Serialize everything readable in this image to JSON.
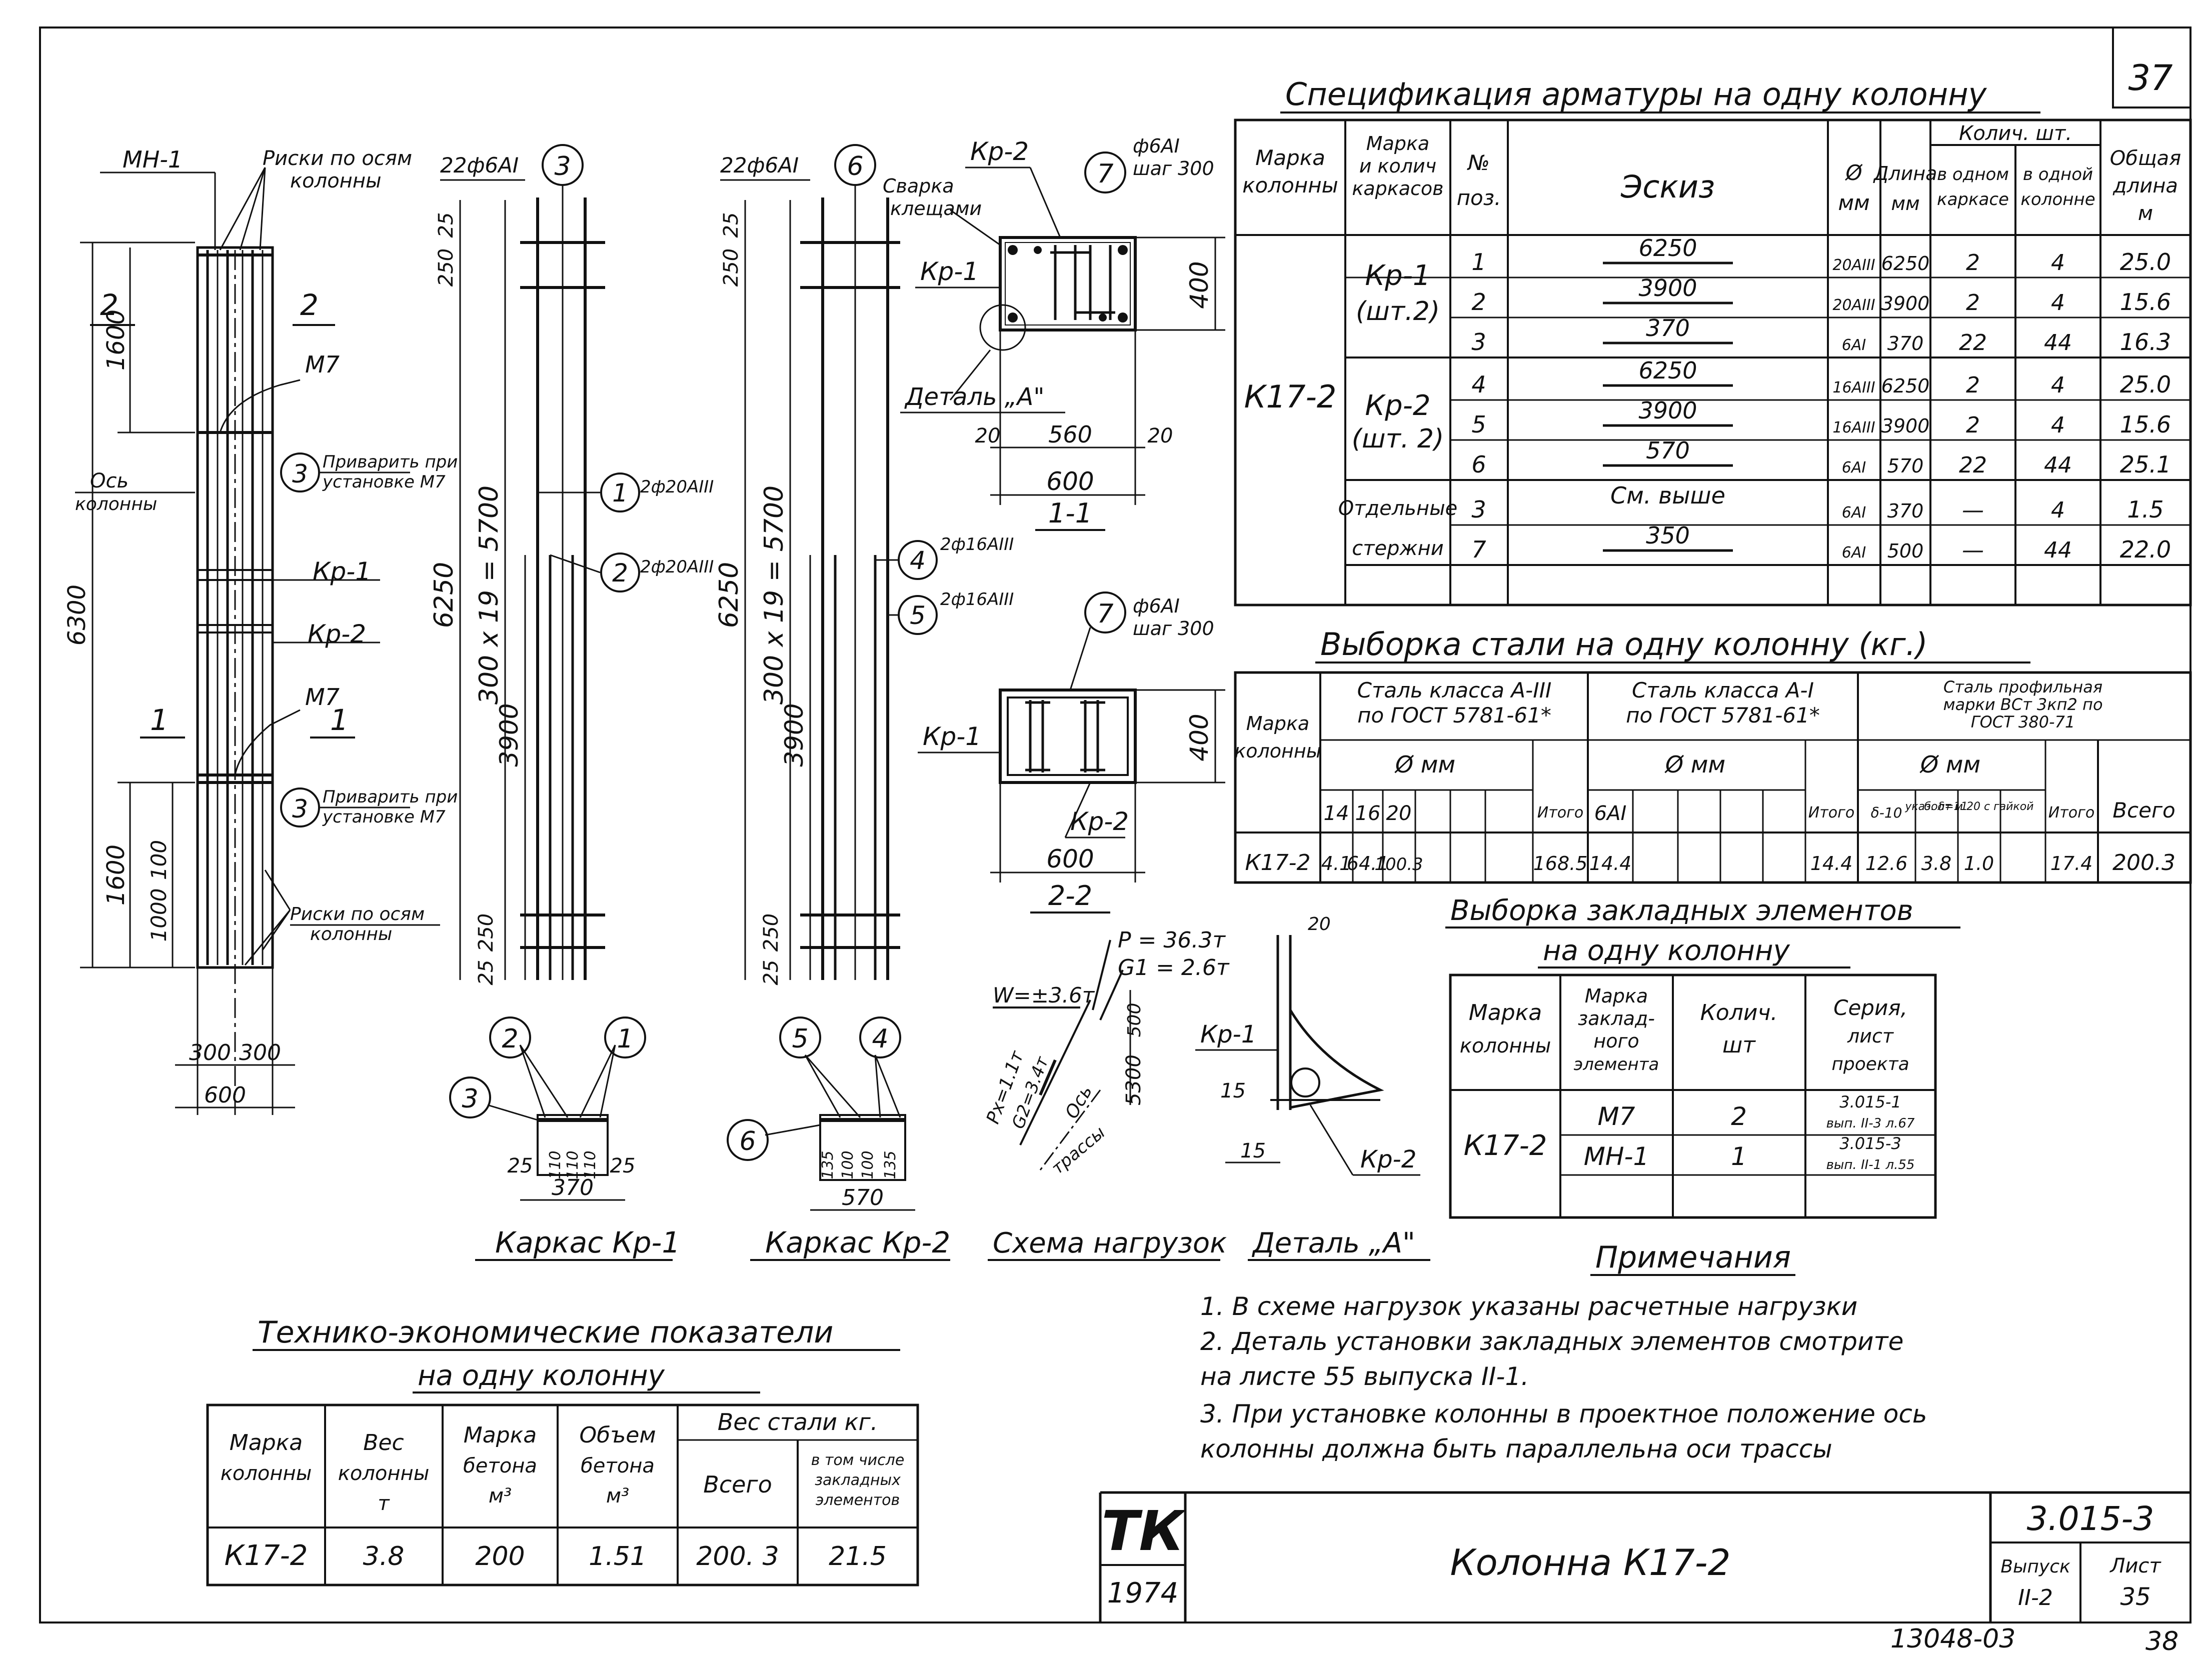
{
  "page_no": "37",
  "page_no_bottom": "38",
  "archive_no": "13048-03",
  "spec": {
    "title": "Спецификация арматуры на одну колонну",
    "h_mark": [
      "Марка",
      "колонны"
    ],
    "h_karkas": [
      "Марка",
      "и колич",
      "каркасов"
    ],
    "h_pos": [
      "№",
      "поз."
    ],
    "h_sketch": "Эскиз",
    "h_d": [
      "Ø",
      "мм"
    ],
    "h_len": [
      "Длина",
      "мм"
    ],
    "h_qty": "Колич. шт.",
    "h_qty1": [
      "в одном",
      "каркасе"
    ],
    "h_qty2": [
      "в одной",
      "колонне"
    ],
    "h_total": [
      "Общая",
      "длина",
      "м"
    ],
    "col_mark": "К17-2",
    "group1": [
      "Кр-1",
      "(шт.2)"
    ],
    "group2": [
      "Кр-2",
      "(шт. 2)"
    ],
    "group3": [
      "Отдельные",
      "стержни"
    ],
    "rows": [
      {
        "pos": "1",
        "sketch": "6250",
        "d": "20АIII",
        "len": "6250",
        "q1": "2",
        "q2": "4",
        "tot": "25.0"
      },
      {
        "pos": "2",
        "sketch": "3900",
        "d": "20АIII",
        "len": "3900",
        "q1": "2",
        "q2": "4",
        "tot": "15.6"
      },
      {
        "pos": "3",
        "sketch": "370",
        "d": "6АI",
        "len": "370",
        "q1": "22",
        "q2": "44",
        "tot": "16.3"
      },
      {
        "pos": "4",
        "sketch": "6250",
        "d": "16АIII",
        "len": "6250",
        "q1": "2",
        "q2": "4",
        "tot": "25.0"
      },
      {
        "pos": "5",
        "sketch": "3900",
        "d": "16АIII",
        "len": "3900",
        "q1": "2",
        "q2": "4",
        "tot": "15.6"
      },
      {
        "pos": "6",
        "sketch": "570",
        "d": "6АI",
        "len": "570",
        "q1": "22",
        "q2": "44",
        "tot": "25.1"
      },
      {
        "pos": "3",
        "sketch": "См. выше",
        "d": "6АI",
        "len": "370",
        "q1": "—",
        "q2": "4",
        "tot": "1.5"
      },
      {
        "pos": "7",
        "sketch": "350",
        "d": "6АI",
        "len": "500",
        "q1": "—",
        "q2": "44",
        "tot": "22.0"
      }
    ]
  },
  "steel": {
    "title": "Выборка стали на одну колонну (кг.)",
    "h_mark": [
      "Марка",
      "колонны"
    ],
    "h_a3": [
      "Сталь класса А-III",
      "по ГОСТ 5781-61*"
    ],
    "h_a1": [
      "Сталь класса А-I",
      "по ГОСТ 5781-61*"
    ],
    "h_prof": [
      "Сталь профильная",
      "марки ВСт 3кп2 по",
      "ГОСТ 380-71"
    ],
    "h_dmm": "Ø мм",
    "h_itogo": "Итого",
    "h_vsego": "Всего",
    "sub_a3": [
      "14",
      "16",
      "20"
    ],
    "sub_a1": "6АI",
    "sub_prof": [
      "δ-10",
      "указ. δ=11",
      "болт м 20 с гайкой"
    ],
    "row": {
      "mark": "К17-2",
      "a3": [
        "4.1",
        "64.1",
        "100.3"
      ],
      "a3_itogo": "168.5",
      "a1": "14.4",
      "a1_itogo": "14.4",
      "prof": [
        "12.6",
        "3.8",
        "1.0"
      ],
      "prof_itogo": "17.4",
      "vsego": "200.3"
    }
  },
  "emb": {
    "title": [
      "Выборка закладных элементов",
      "на одну колонну"
    ],
    "h_mark": [
      "Марка",
      "колонны"
    ],
    "h_el": [
      "Марка",
      "заклад-",
      "ного",
      "элемента"
    ],
    "h_qty": [
      "Колич.",
      "шт"
    ],
    "h_series": [
      "Серия,",
      "лист",
      "проекта"
    ],
    "col": "К17-2",
    "rows": [
      {
        "el": "М7",
        "qty": "2",
        "series": [
          "3.015-1",
          "вып. II-3 л.67"
        ]
      },
      {
        "el": "МН-1",
        "qty": "1",
        "series": [
          "3.015-3",
          "вып. II-1 л.55"
        ]
      }
    ]
  },
  "notes": {
    "title": "Примечания",
    "items": [
      "1. В схеме нагрузок указаны расчетные нагрузки",
      "2. Деталь установки закладных элементов смотрите",
      "на листе 55 выпуска II-1.",
      "3. При установке колонны в проектное положение ось",
      "колонны должна быть параллельна оси трассы"
    ]
  },
  "tep": {
    "title": [
      "Технико-экономические показатели",
      "на одну колонну"
    ],
    "h_mark": [
      "Марка",
      "колонны"
    ],
    "h_ves": [
      "Вес",
      "колонны",
      "т"
    ],
    "h_beton": [
      "Марка",
      "бетона",
      "м³"
    ],
    "h_obj": [
      "Объем",
      "бетона",
      "м³"
    ],
    "h_steel": "Вес стали кг.",
    "h_vsego": "Всего",
    "h_zakl": [
      "в том числе",
      "закладных",
      "элементов"
    ],
    "row": [
      "К17-2",
      "3.8",
      "200",
      "1.51",
      "200. 3",
      "21.5"
    ]
  },
  "stamp": {
    "logo": "ТК",
    "year": "1974",
    "title": "Колонна К17-2",
    "series": "3.015-3",
    "vyp_label": "Выпуск",
    "vyp": "II-2",
    "list_label": "Лист",
    "list": "35"
  },
  "col": {
    "mh1": "МН-1",
    "riski_top": [
      "Риски по осям",
      "колонны"
    ],
    "m7": "М7",
    "os": [
      "Ось",
      "колонны"
    ],
    "privarit": [
      "Приварить при",
      "установке М7"
    ],
    "kr1": "Кр-1",
    "kr2": "Кр-2",
    "riski_bot": [
      "Риски по осям",
      "колонны"
    ],
    "n2": "2",
    "n1": "1",
    "d1600": "1600",
    "d6300": "6300",
    "d100": "100",
    "d1000": "1000",
    "d300": "300",
    "d600": "600"
  },
  "kr1": {
    "head": "22ф6АI",
    "pos": [
      "3",
      "1",
      "2"
    ],
    "bar1": "2ф20АIII",
    "bar2": "2ф20АIII",
    "d25": "25",
    "d250": "250",
    "d6250": "6250",
    "d5700": "300 x 19 = 5700",
    "d3900": "3900",
    "title": "Каркас Кр-1",
    "w25": "25",
    "w370": "370",
    "w110": "110"
  },
  "kr2": {
    "head": "22ф6АI",
    "pos": [
      "6",
      "4",
      "5"
    ],
    "bar4": "2ф16АIII",
    "bar5": "2ф16АIII",
    "title": "Каркас Кр-2",
    "w570": "570",
    "w135": "135",
    "w100": "100"
  },
  "sec1": {
    "kr2": "Кр-2",
    "pos7": "7",
    "bar7": [
      "ф6АI",
      "шаг 300"
    ],
    "svarka": [
      "Сварка",
      "клещами"
    ],
    "kr1": "Кр-1",
    "detal": "Деталь „А\"",
    "d400": "400",
    "d560": "560",
    "d20": "20",
    "d600": "600",
    "title": "1-1"
  },
  "sec2": {
    "pos7": "7",
    "bar7": [
      "ф6АI",
      "шаг 300"
    ],
    "kr1": "Кр-1",
    "kr2": "Кр-2",
    "d400": "400",
    "d600": "600",
    "title": "2-2"
  },
  "load": {
    "title": "Схема нагрузок",
    "p": "P = 36.3т",
    "g1": "G1 = 2.6т",
    "w": "W=±3.6т",
    "px": "Px=1.1т",
    "g2": "G2=3.4т",
    "os": [
      "Ось",
      "трассы"
    ],
    "d500": "500",
    "d5300": "5300"
  },
  "detA": {
    "title": "Деталь „А\"",
    "kr1": "Кр-1",
    "kr2": "Кр-2",
    "d20": "20",
    "d15": "15"
  }
}
